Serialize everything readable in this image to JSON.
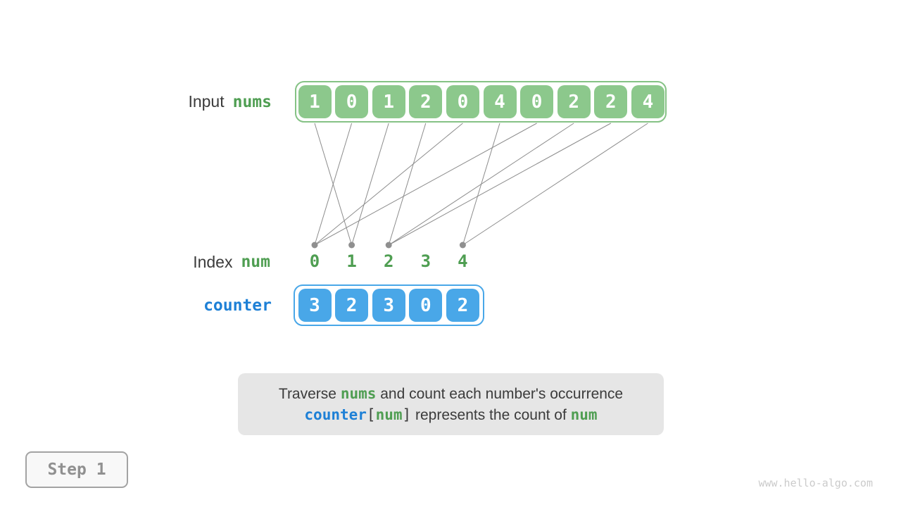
{
  "labels": {
    "input": "Input",
    "nums": "nums",
    "index": "Index",
    "num": "num",
    "counter": "counter"
  },
  "arrays": {
    "nums": [
      1,
      0,
      1,
      2,
      0,
      4,
      0,
      2,
      2,
      4
    ],
    "indices": [
      0,
      1,
      2,
      3,
      4
    ],
    "counter": [
      3,
      2,
      3,
      0,
      2
    ]
  },
  "caption": {
    "line1": [
      {
        "t": "Traverse ",
        "c": "plain"
      },
      {
        "t": "nums",
        "c": "green"
      },
      {
        "t": " and count each number's occurrence",
        "c": "plain"
      }
    ],
    "line2": [
      {
        "t": "counter",
        "c": "blue"
      },
      {
        "t": "[",
        "c": "bracket"
      },
      {
        "t": "num",
        "c": "green"
      },
      {
        "t": "]",
        "c": "bracket"
      },
      {
        "t": " represents the count of ",
        "c": "plain"
      },
      {
        "t": "num",
        "c": "green"
      }
    ]
  },
  "page": {
    "step_label": "Step 1",
    "watermark": "www.hello-algo.com"
  },
  "colors": {
    "green_cell": "#8cc88c",
    "green_border": "#85c285",
    "green_text": "#4f9e52",
    "blue_cell": "#49a7e8",
    "blue_border": "#49a7e8",
    "blue_text": "#1e80d6",
    "dark_text": "#3b3b3b",
    "line_gray": "#8c8c8c",
    "dot_gray": "#8f8f8f",
    "caption_bg": "#e6e6e6",
    "step_border": "#a3a3a3",
    "step_bg": "#f8f8f8",
    "step_text": "#909090",
    "watermark": "#cbcbcb",
    "page_bg": "#ffffff"
  }
}
